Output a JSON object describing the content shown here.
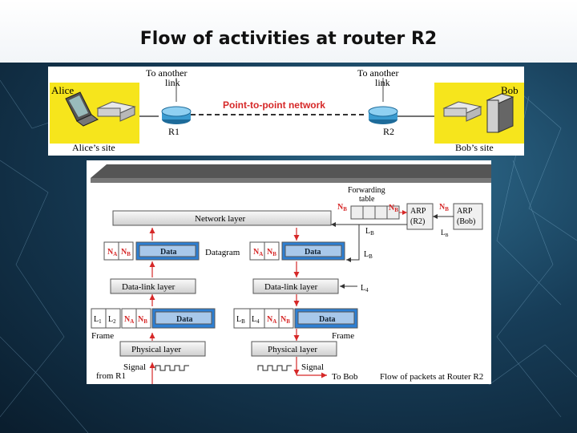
{
  "slide": {
    "title": "Flow of activities at router R2"
  },
  "colors": {
    "accent_red": "#d62828",
    "yellow_site": "#f6e51c",
    "data_blue": "#2d7fd3",
    "layer_gray": "#dcdcdc"
  },
  "top_diagram": {
    "alice": "Alice",
    "alice_site": "Alice’s site",
    "bob": "Bob",
    "bob_site": "Bob’s site",
    "link_left_1": "To another",
    "link_left_2": "link",
    "link_right_1": "To another",
    "link_right_2": "link",
    "network": "Point-to-point network",
    "r1": "R1",
    "r2": "R2"
  },
  "flow": {
    "forwarding_table_1": "Forwarding",
    "forwarding_table_2": "table",
    "network_layer": "Network layer",
    "nb": "N",
    "sub_b": "B",
    "na": "N",
    "sub_a": "A",
    "arp_r2_1": "ARP",
    "arp_r2_2": "(R2)",
    "arp_bob_1": "ARP",
    "arp_bob_2": "(Bob)",
    "lb": "L",
    "l4": "L",
    "sub_4": "4",
    "l1": "L",
    "sub_1": "1",
    "l2": "L",
    "sub_2": "2",
    "data": "Data",
    "datagram": "Datagram",
    "datalink_left": "Data-link layer",
    "datalink_right": "Data-link layer",
    "frame_left": "Frame",
    "frame_right": "Frame",
    "physical_left": "Physical layer",
    "physical_right": "Physical layer",
    "signal_left": "Signal",
    "signal_right": "Signal",
    "from_r1": "from R1",
    "to_bob": "To Bob",
    "caption": "Flow of packets at Router R2"
  }
}
